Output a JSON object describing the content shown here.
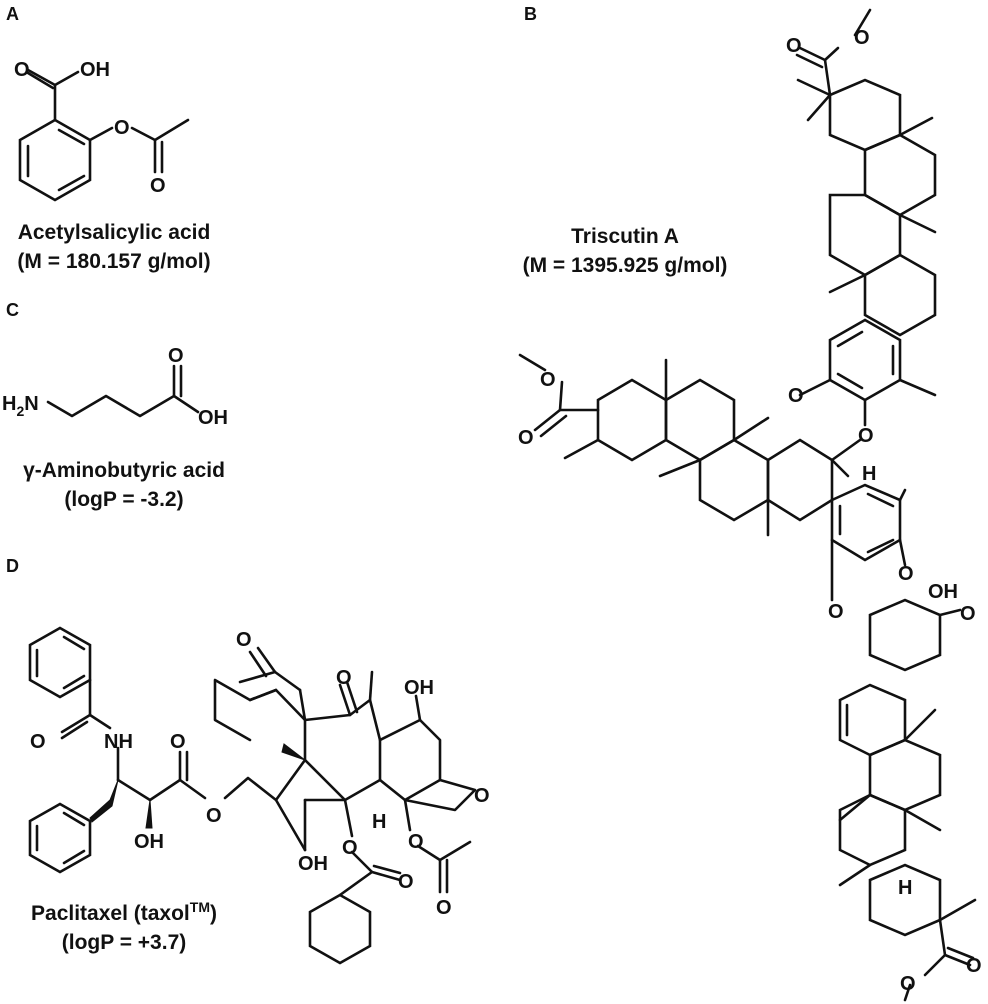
{
  "panels": [
    {
      "letter": "A",
      "name": "Acetylsalicylic acid",
      "property": "(M = 180.157 g/mol)"
    },
    {
      "letter": "B",
      "name": "Triscutin A",
      "property": "(M = 1395.925 g/mol)"
    },
    {
      "letter": "C",
      "name": "γ-Aminobutyric acid",
      "property": "(logP = -3.2)"
    },
    {
      "letter": "D",
      "name": "Paclitaxel (taxol",
      "name_sup": "TM",
      "name_end": ")",
      "property": "(logP = +3.7)"
    }
  ],
  "atom_labels": {
    "oh": "OH",
    "o": "O",
    "nh": "NH",
    "h": "H",
    "h2n": "H",
    "h2n_sub": "2",
    "n": "N"
  }
}
